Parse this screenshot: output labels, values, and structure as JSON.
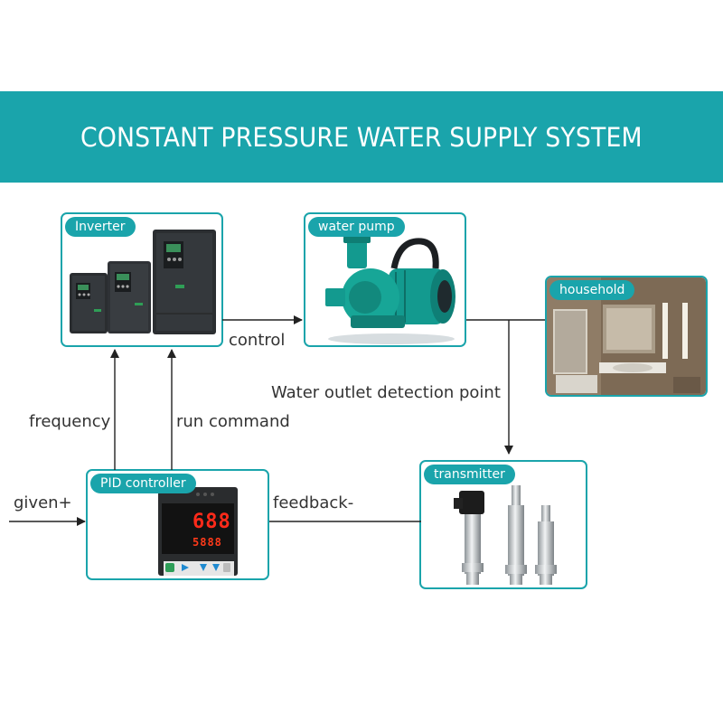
{
  "title": "CONSTANT PRESSURE WATER SUPPLY SYSTEM",
  "nodes": {
    "inverter": {
      "label": "Inverter"
    },
    "pump": {
      "label": "water pump"
    },
    "household": {
      "label": "household"
    },
    "pid": {
      "label": "PID controller",
      "display_top": "688",
      "display_bottom": "5888"
    },
    "transmitter": {
      "label": "transmitter"
    }
  },
  "edges": {
    "control": "control",
    "outlet": "Water outlet detection point",
    "frequency": "frequency",
    "run_command": "run command",
    "given": "given+",
    "feedback": "feedback-"
  },
  "colors": {
    "accent": "#1aa4ab",
    "line": "#222222"
  }
}
